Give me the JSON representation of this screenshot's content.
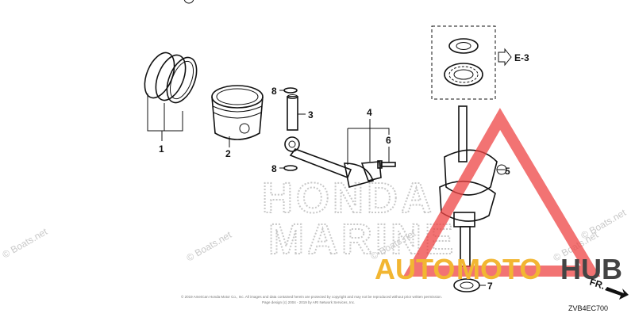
{
  "diagram": {
    "code": "ZVB4EC700",
    "ref_label": "E-3",
    "direction_label": "FR.",
    "callouts": [
      "1",
      "2",
      "3",
      "4",
      "5",
      "6",
      "7",
      "8",
      "8"
    ],
    "background_watermark": [
      "HONDA",
      "MARINE"
    ],
    "site_watermarks": [
      "© Boats.net",
      "© Boats.net",
      "© Boats.net",
      "© Boats.net",
      "© Boats.net"
    ],
    "legal_lines": [
      "© 2019 American Honda Motor Co., Inc. All images and data contained herein are protected by copyright and may not be reproduced without prior written permission.",
      "Page design (c) 2004 - 2019 by ARI Network Services, Inc."
    ]
  },
  "brand": {
    "word_a": "AUTO",
    "word_b": "MOTO",
    "word_c": "HUB",
    "color_a": "#f2b632",
    "color_b": "#f2b632",
    "color_c": "#444444",
    "triangle_color": "#ee4444"
  }
}
